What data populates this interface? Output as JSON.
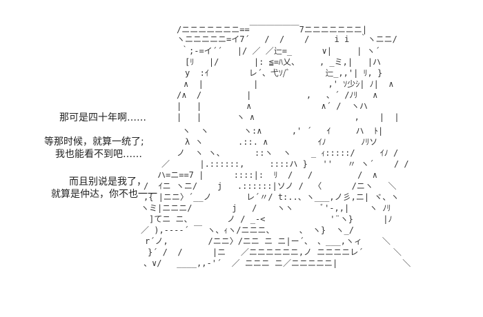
{
  "dialogue": [
    {
      "id": "line-1",
      "text": "那可是四十年啊……"
    },
    {
      "id": "line-2",
      "text": "等那时候，就算一统了;"
    },
    {
      "id": "line-3",
      "text": "我也能看不到吧……"
    },
    {
      "id": "line-4",
      "text": "而且别说是我了，"
    },
    {
      "id": "line-5",
      "text": "就算是仲达，你不也一一"
    }
  ]
}
